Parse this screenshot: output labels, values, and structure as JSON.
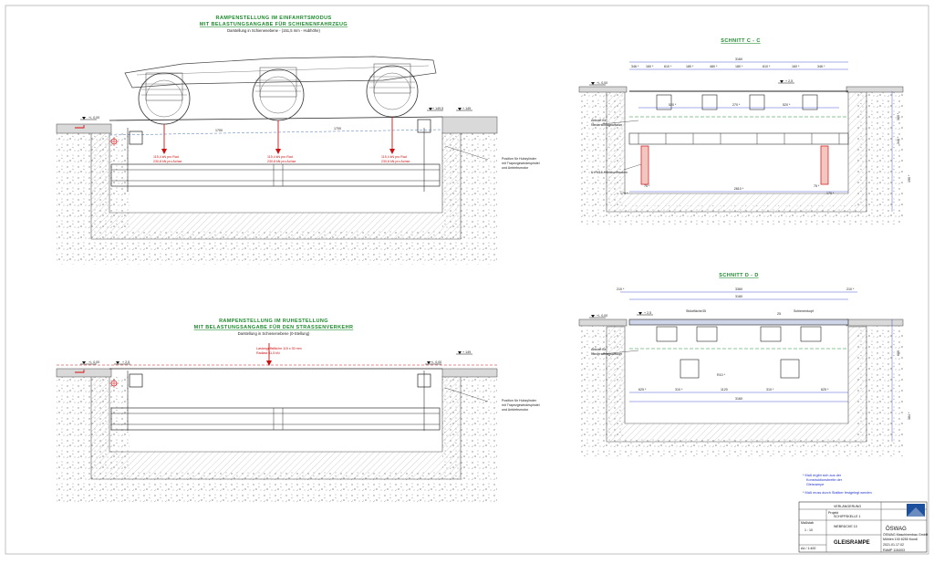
{
  "drawing": {
    "top_left": {
      "title1": "RAMPENSTELLUNG IM EINFAHRTSMODUS",
      "title2": "MIT BELASTUNGSANGABE FÜR SCHIENENFAHRZEUG",
      "subtitle": "Darstellung in Schienenebene - (151,5 mm - Hubhöhe)",
      "level_left": "+/- 0,00",
      "level_right1": "+ 149,5",
      "level_right2": "+ 149",
      "span1": "1700",
      "span2": "1700",
      "load1a": "115,4 kN  pro Rad",
      "load1b": "230,8 kN  pro Achse",
      "load2a": "115,4 kN  pro Rad",
      "load2b": "230,8 kN  pro Achse",
      "load3a": "115,4 kN  pro Rad",
      "load3b": "230,8 kN  pro Achse",
      "note1": "Position für Hubzylinder",
      "note2": "mit Trapezgewindespindel",
      "note3": "und Antriebsmotor"
    },
    "bottom_left": {
      "title1": "RAMPENSTELLUNG IM RUHESTELLUNG",
      "title2": "MIT BELASTUNGSANGABE FÜR DEN STRASSENVERKEHR",
      "subtitle": "Darstellung in Schienenebene (0-Stellung)",
      "level_left": "+/- 0,00",
      "level_2": "+ 2,5",
      "level_3": "+/- 0,00",
      "level_right": "+ 149",
      "load_a": "Lastangriffsfläche  115 x 30 mm",
      "load_b": "Radlast        51,5 kN",
      "note1": "Position für Hubzylinder",
      "note2": "mit Trapezgewindespindel",
      "note3": "und Antriebsmotor"
    },
    "section_cc": {
      "title": "SCHNITT   C - C",
      "level_left": "+/- 0,00",
      "level_right": "+ 2,5",
      "dim_total": "3160",
      "dims_top": [
        "346 *",
        "160 *",
        "610 *",
        "180 *",
        "480 *",
        "180 *",
        "610 *",
        "160 *",
        "346 *"
      ],
      "dims_mid": [
        "520 *",
        "270 *",
        "520 *"
      ],
      "dim_bottom": "2810 *",
      "dim_bl": "170 *",
      "dim_br": "170 *",
      "dim_b2l": "75 *",
      "dim_b2r": "75 *",
      "dim_right1": "300 *",
      "dim_right2": "340 *",
      "dim_right3": "190 *",
      "label1": "Abkraft für",
      "label2": "Niederschlagswasser",
      "label3": "6 x M16  Hebelschrauben"
    },
    "section_dd": {
      "title": "SCHNITT   D - D",
      "level_left": "+/- 0,00",
      "level_2": "+ 2,5",
      "dim_total": "3160",
      "dim_top": "3360",
      "dim_tl": "210 *",
      "dim_tr": "210 *",
      "label_stuetze": "Stützfläche",
      "label_schiene": "Schienenkopf",
      "dims_small": [
        "35",
        "25"
      ],
      "dims_bottom": [
        "625 *",
        "310 *",
        "1120",
        "310 *",
        "625 *"
      ],
      "dim_b2": "3160",
      "dim_mid": "R10 *",
      "dim_right1": "600",
      "dim_right2": "384 *",
      "label1": "Abkraft für",
      "label2": "Niederschlagswasser"
    },
    "notes": {
      "line1": "* Maß ergibt sich aus der",
      "line2": "Konstruktionsbreite der",
      "line3": "Gleisrampe",
      "line4": "* Maß muss durch Statiker festgelegt werden"
    },
    "title_block": {
      "scale_label": "Maßstab",
      "scale": "1 : 10",
      "project_label": "Projekt",
      "project1": "VERLÄNGERUNG",
      "project2": "SCHIFFSKELLE 1",
      "project3": "WEBRÜCKE 10",
      "drawing_name": "GLEISRAMPE",
      "sheet": "A4 / 1:400",
      "company": "ÖSWAG",
      "company_sub": "ÖSWAG Maschinenbau GmbH",
      "company_addr": "Mühlen 100 6250 Kundl",
      "date": "2021.01.17.02",
      "number": "RAMP 1154/03"
    },
    "icons": {
      "level_marker": "level-triangle-icon",
      "load_arrow": "load-arrow-icon",
      "centre_mark": "centre-mark-icon"
    },
    "colors": {
      "title_green": "#1a8a2a",
      "load_red": "#d01010",
      "note_blue": "#2233cc",
      "dim_blue": "#2233cc",
      "logo_blue": "#1d4f9c"
    }
  }
}
